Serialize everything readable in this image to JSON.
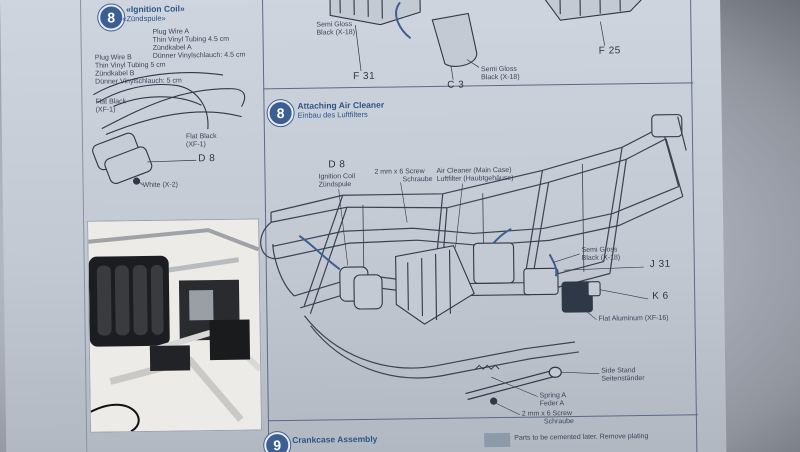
{
  "step8_left": {
    "number": "8",
    "title": "«Ignition Coil»",
    "title_de": "«Zündspule»",
    "plug_wire_a": [
      "Plug Wire A",
      "Thin Vinyl Tubing 4.5 cm",
      "Zündkabel A",
      "Dünner Vinylschlauch: 4.5 cm"
    ],
    "plug_wire_b": [
      "Plug Wire B",
      "Thin Vinyl Tubing 5 cm",
      "Zündkabel B",
      "Dünner Vinylschlauch: 5 cm"
    ],
    "flat_black_1": [
      "Flat Black",
      "(XF-1)"
    ],
    "flat_black_2": [
      "Flat Black",
      "(XF-1)"
    ],
    "part_d8": "D 8",
    "white": "White (X-2)"
  },
  "top": {
    "semi_gloss_1": [
      "Semi Gloss",
      "Black (X-18)"
    ],
    "semi_gloss_2": [
      "Semi Gloss",
      "Black (X-18)"
    ],
    "part_f31": "F 31",
    "part_c3": "C 3",
    "part_f25": "F 25"
  },
  "step8_main": {
    "number": "8",
    "title": "Attaching Air Cleaner",
    "title_de": "Einbau des Luftfilters",
    "d8": "D 8",
    "ignition_coil": [
      "Ignition Coil",
      "Zündspule"
    ],
    "screw_top": [
      "2 mm x 6 Screw",
      "Schraube"
    ],
    "air_cleaner": [
      "Air Cleaner (Main Case)",
      "Luftfilter (Haubtgehäuse)"
    ],
    "semi_gloss": [
      "Semi Gloss",
      "Black (X-18)"
    ],
    "j31": "J 31",
    "k6": "K 6",
    "flat_aluminum": "Flat Aluminum (XF-16)",
    "side_stand": [
      "Side Stand",
      "Seitenständer"
    ],
    "spring_a": [
      "Spring A",
      "Feder A"
    ],
    "screw_bottom": [
      "2 mm x 6 Screw",
      "Schraube"
    ]
  },
  "step9": {
    "number": "9",
    "title": "Crankcase Assembly"
  },
  "note": "Parts to be cemented later. Remove plating"
}
